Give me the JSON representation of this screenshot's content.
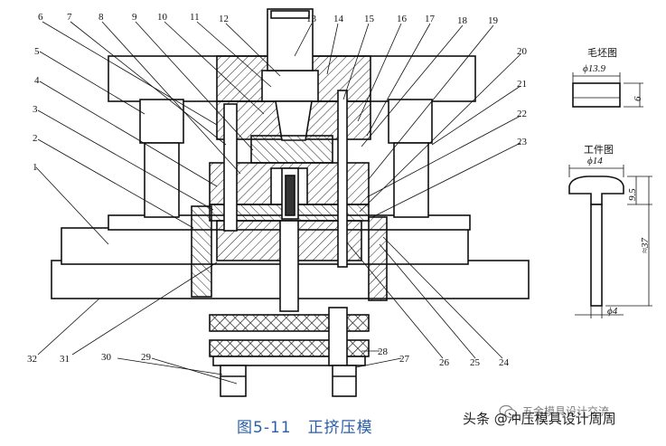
{
  "figure": {
    "caption": "图5-11　正挤压模",
    "callouts": [
      "1",
      "2",
      "3",
      "4",
      "5",
      "6",
      "7",
      "8",
      "9",
      "10",
      "11",
      "12",
      "13",
      "14",
      "15",
      "16",
      "17",
      "18",
      "19",
      "20",
      "21",
      "22",
      "23",
      "24",
      "25",
      "26",
      "27",
      "28",
      "29",
      "30",
      "31",
      "32"
    ],
    "blank_view": {
      "title": "毛坯图",
      "diameter": "ϕ13.9",
      "height": "6"
    },
    "part_view": {
      "title": "工件图",
      "head_diameter": "ϕ14",
      "head_height": "9.5",
      "length": "≈37",
      "stem_diameter": "ϕ4"
    },
    "watermark": {
      "line1": "五金模具设计交流",
      "line2": "头条 @冲压模具设计周周"
    }
  }
}
